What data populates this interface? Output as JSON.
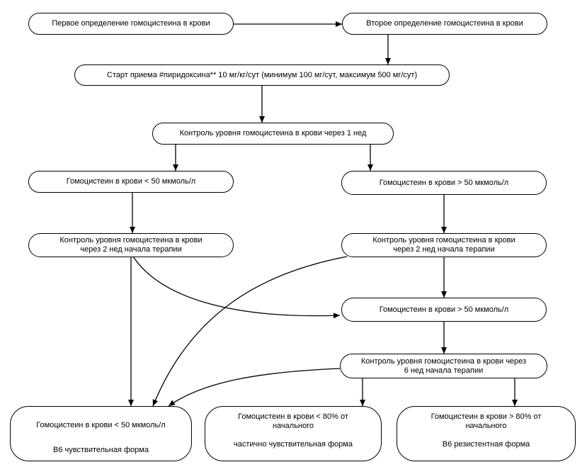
{
  "nodes": {
    "n1": "Первое определение гомоцистеина в крови",
    "n2": "Второе определение гомоцистеина в крови",
    "n3": "Старт приема #пиридоксина** 10 мг/кг/сут (минимум 100 мг/сут, максимум 500 мг/сут)",
    "n4": "Контроль уровня гомоцистеина в крови через 1 нед",
    "n5": "Гомоцистеин в крови < 50 мкмоль/л",
    "n6": "Гомоцистеин в крови > 50 мкмоль/л",
    "n7_l1": "Контроль уровня гомоцистеина в крови",
    "n7_l2": "через 2 нед начала терапии",
    "n8_l1": "Контроль уровня гомоцистеина в крови",
    "n8_l2": "через 2 нед начала терапии",
    "n9": "Гомоцистеин в крови > 50 мкмоль/л",
    "n10_l1": "Контроль уровня гомоцистеина в крови через",
    "n10_l2": "6 нед начала терапии",
    "n11_l1": "Гомоцистеин в крови < 50 мкмоль/л",
    "n11_l2": "B6 чувствительная форма",
    "n12_l1": "Гомоцистеин в крови < 80% от",
    "n12_l2": "начального",
    "n12_l3": "частично чувствительная форма",
    "n13_l1": "Гомоцистеин в крови > 80% от",
    "n13_l2": "начального",
    "n13_l3": "B6 резистентная форма"
  }
}
